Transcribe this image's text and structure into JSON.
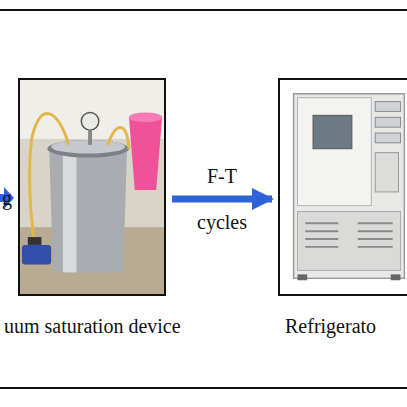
{
  "diagram": {
    "nodes": [
      {
        "text": [
          "uum saturation device"
        ]
      },
      {
        "text": [
          "Refrigerato"
        ]
      }
    ],
    "edges": [
      {
        "from": 0,
        "to": 1,
        "arrow": "to",
        "label": "F-T cycles"
      }
    ],
    "labels": [
      "g"
    ]
  }
}
